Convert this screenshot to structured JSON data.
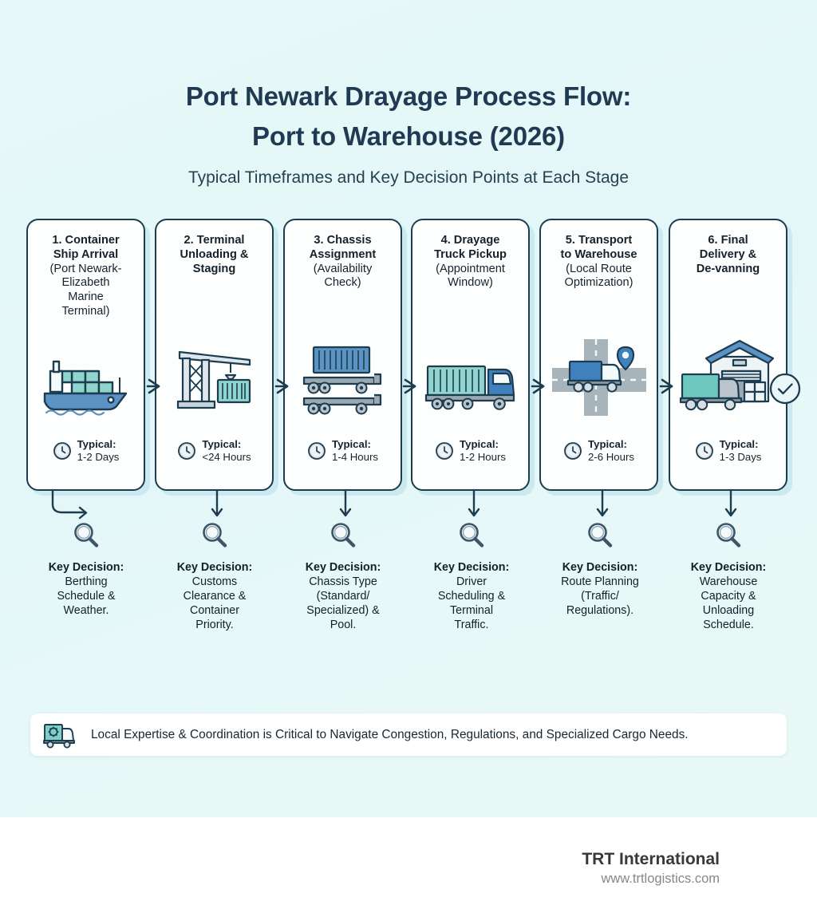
{
  "colors": {
    "background": "#e6f8f7",
    "footer_background": "#ffffff",
    "title": "#1f3a52",
    "card_border": "#1d3c50",
    "card_fill": "#fdfefe",
    "accent_blue": "#5b93c4",
    "accent_teal": "#8fd4cd",
    "text": "#15222c",
    "brand": "#39393b",
    "brand_url": "#87878b"
  },
  "header": {
    "title_line1": "Port Newark Drayage Process Flow:",
    "title_line2": "Port to Warehouse (2026)",
    "subtitle": "Typical Timeframes and Key Decision Points at Each Stage"
  },
  "time_label": "Typical:",
  "decision_label": "Key Decision:",
  "stages": [
    {
      "title_line1": "1. Container",
      "title_line2": "Ship Arrival",
      "sub_lines": [
        "(Port Newark-",
        "Elizabeth",
        "Marine",
        "Terminal)"
      ],
      "time": "1-2 Days",
      "icon": "container-ship-icon",
      "decision_lines": [
        "Berthing",
        "Schedule &",
        "Weather."
      ]
    },
    {
      "title_line1": "2. Terminal",
      "title_line2": "Unloading &",
      "title_line3": "Staging",
      "sub_lines": [],
      "time": "<24 Hours",
      "icon": "gantry-crane-icon",
      "decision_lines": [
        "Customs",
        "Clearance &",
        "Container",
        "Priority."
      ]
    },
    {
      "title_line1": "3. Chassis",
      "title_line2": "Assignment",
      "sub_lines": [
        "(Availability",
        "Check)"
      ],
      "time": "1-4 Hours",
      "icon": "chassis-trailer-icon",
      "decision_lines": [
        "Chassis Type",
        "(Standard/",
        "Specialized) &",
        "Pool."
      ]
    },
    {
      "title_line1": "4. Drayage",
      "title_line2": "Truck Pickup",
      "sub_lines": [
        "(Appointment",
        "Window)"
      ],
      "time": "1-2 Hours",
      "icon": "drayage-truck-icon",
      "decision_lines": [
        "Driver",
        "Scheduling &",
        "Terminal",
        "Traffic."
      ]
    },
    {
      "title_line1": "5. Transport",
      "title_line2": "to Warehouse",
      "sub_lines": [
        "(Local Route",
        "Optimization)"
      ],
      "time": "2-6 Hours",
      "icon": "route-crossroads-icon",
      "decision_lines": [
        "Route Planning",
        "(Traffic/",
        "Regulations)."
      ]
    },
    {
      "title_line1": "6. Final",
      "title_line2": "Delivery &",
      "title_line3": "De-vanning",
      "sub_lines": [],
      "time": "1-3 Days",
      "icon": "warehouse-delivery-icon",
      "decision_lines": [
        "Warehouse",
        "Capacity &",
        "Unloading",
        "Schedule."
      ]
    }
  ],
  "banner": {
    "icon": "delivery-truck-gear-icon",
    "text": "Local Expertise & Coordination is Critical to Navigate Congestion, Regulations, and Specialized Cargo Needs."
  },
  "brand": {
    "name": "TRT International",
    "url": "www.trtlogistics.com"
  }
}
